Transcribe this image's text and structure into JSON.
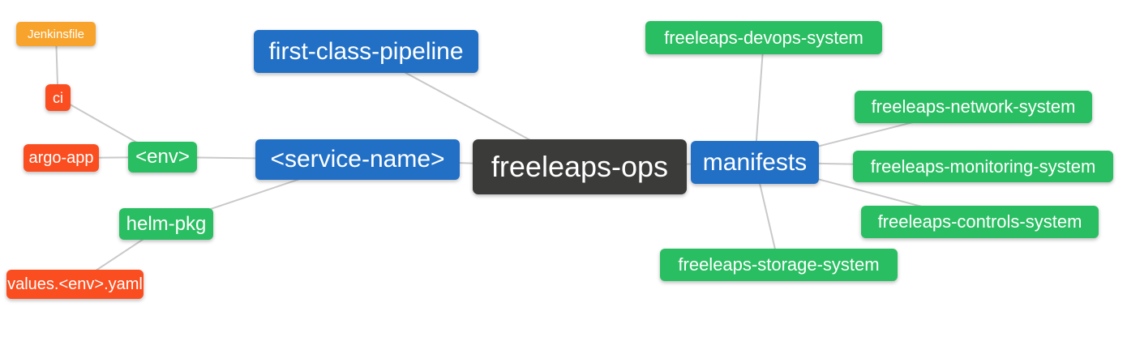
{
  "diagram": {
    "type": "mindmap",
    "root": "freeleaps_ops"
  },
  "palette": {
    "root_bg": "#3b3b3a",
    "level1_bg": "#2170c6",
    "level2_bg": "#2abe62",
    "level3_bg": "#fb4e20",
    "level4_bg": "#f8a42c",
    "text": "#ffffff",
    "line": "#c9c9c9",
    "background": "#ffffff"
  },
  "nodes": {
    "freeleaps_ops": {
      "label": "freeleaps-ops"
    },
    "first_class_pipeline": {
      "label": "first-class-pipeline"
    },
    "service_name": {
      "label": "<service-name>"
    },
    "manifests": {
      "label": "manifests"
    },
    "env": {
      "label": "<env>"
    },
    "helm_pkg": {
      "label": "helm-pkg"
    },
    "ci": {
      "label": "ci"
    },
    "argo_app": {
      "label": "argo-app"
    },
    "jenkinsfile": {
      "label": "Jenkinsfile"
    },
    "values_env_yaml": {
      "label": "values.<env>.yaml"
    },
    "devops_system": {
      "label": "freeleaps-devops-system"
    },
    "network_system": {
      "label": "freeleaps-network-system"
    },
    "monitoring_system": {
      "label": "freeleaps-monitoring-system"
    },
    "controls_system": {
      "label": "freeleaps-controls-system"
    },
    "storage_system": {
      "label": "freeleaps-storage-system"
    }
  },
  "edges": [
    [
      "jenkinsfile",
      "ci"
    ],
    [
      "ci",
      "env"
    ],
    [
      "argo_app",
      "env"
    ],
    [
      "env",
      "service_name"
    ],
    [
      "helm_pkg",
      "service_name"
    ],
    [
      "values_env_yaml",
      "helm_pkg"
    ],
    [
      "first_class_pipeline",
      "freeleaps_ops"
    ],
    [
      "service_name",
      "freeleaps_ops"
    ],
    [
      "freeleaps_ops",
      "manifests"
    ],
    [
      "manifests",
      "devops_system"
    ],
    [
      "manifests",
      "network_system"
    ],
    [
      "manifests",
      "monitoring_system"
    ],
    [
      "manifests",
      "controls_system"
    ],
    [
      "manifests",
      "storage_system"
    ]
  ]
}
